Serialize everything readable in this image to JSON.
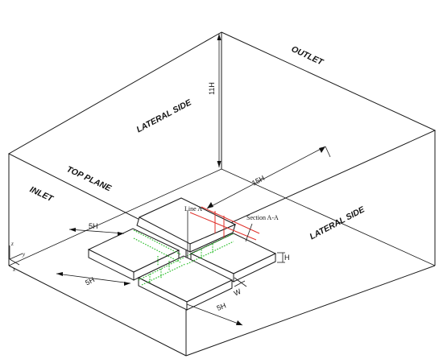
{
  "regions": {
    "outlet": "OUTLET",
    "lateral_side_back": "LATERAL SIDE",
    "top_plane": "TOP PLANE",
    "inlet": "INLET",
    "lateral_side_front": "LATERAL SIDE"
  },
  "dimensions": {
    "height": "11H",
    "length": "15H",
    "upstream_top": "5H",
    "upstream_left": "5H",
    "downstream": "5H",
    "block_height": "H",
    "street_width": "W"
  },
  "annotations": {
    "line_a": "Line A",
    "section_aa": "Section A-A"
  },
  "axes": {
    "z": "z",
    "y": "y",
    "x": "x"
  },
  "colors": {
    "section_lines": "#e0302a",
    "sample_points": "#2fbf2f"
  }
}
